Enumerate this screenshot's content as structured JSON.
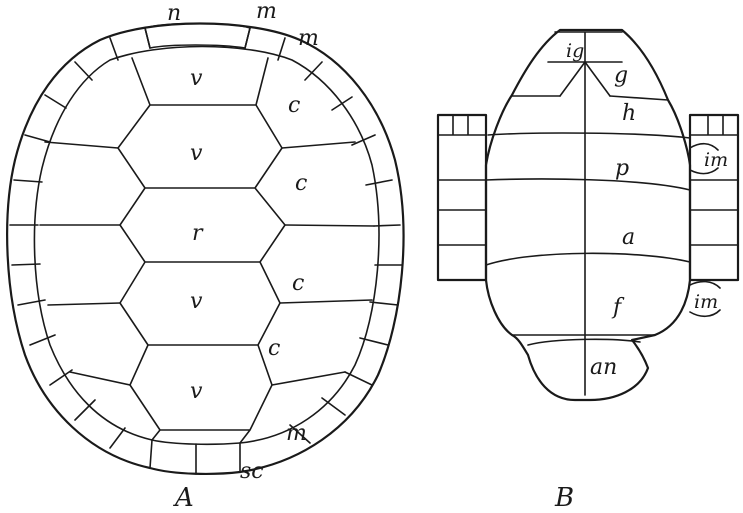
{
  "figure": {
    "panel_a": {
      "caption": "A",
      "labels": {
        "nuchal": "n",
        "marginal_top_1": "m",
        "marginal_top_2": "m",
        "vertebral_1": "v",
        "vertebral_2": "v",
        "vertebral_3": "r",
        "vertebral_4": "v",
        "vertebral_5": "v",
        "costal_1": "c",
        "costal_2": "c",
        "costal_3": "c",
        "costal_4": "c",
        "marginal_bottom": "m",
        "supracaudal": "sc"
      }
    },
    "panel_b": {
      "caption": "B",
      "labels": {
        "intergular": "ig",
        "gular": "g",
        "humeral": "h",
        "pectoral": "p",
        "abdominal": "a",
        "femoral": "f",
        "anal": "an",
        "inframarginal_1": "im",
        "inframarginal_2": "im"
      }
    }
  }
}
